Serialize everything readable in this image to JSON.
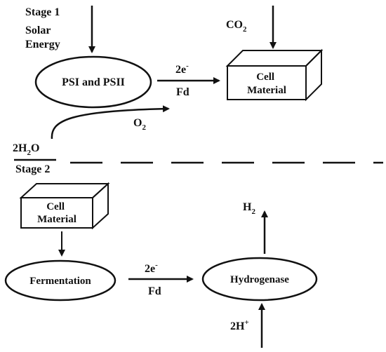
{
  "stage1": {
    "label": "Stage 1",
    "solar_line1": "Solar",
    "solar_line2": "Energy",
    "psi_label": "PSI and PSII",
    "electrons": "2e",
    "electrons_sup": "-",
    "ferredoxin": "Fd",
    "co2": "CO",
    "co2_sub": "2",
    "cell_line1": "Cell",
    "cell_line2": "Material",
    "water": "2H",
    "water_sub": "2",
    "water_tail": "O",
    "oxygen": "O",
    "oxygen_sub": "2"
  },
  "stage2": {
    "label": "Stage 2",
    "cell_line1": "Cell",
    "cell_line2": "Material",
    "fermentation": "Fermentation",
    "electrons": "2e",
    "electrons_sup": "-",
    "ferredoxin": "Fd",
    "hydrogenase": "Hydrogenase",
    "hydrogen": "H",
    "hydrogen_sub": "2",
    "protons": "2H",
    "protons_sup": "+"
  },
  "colors": {
    "ink": "#111111",
    "background": "#ffffff"
  }
}
